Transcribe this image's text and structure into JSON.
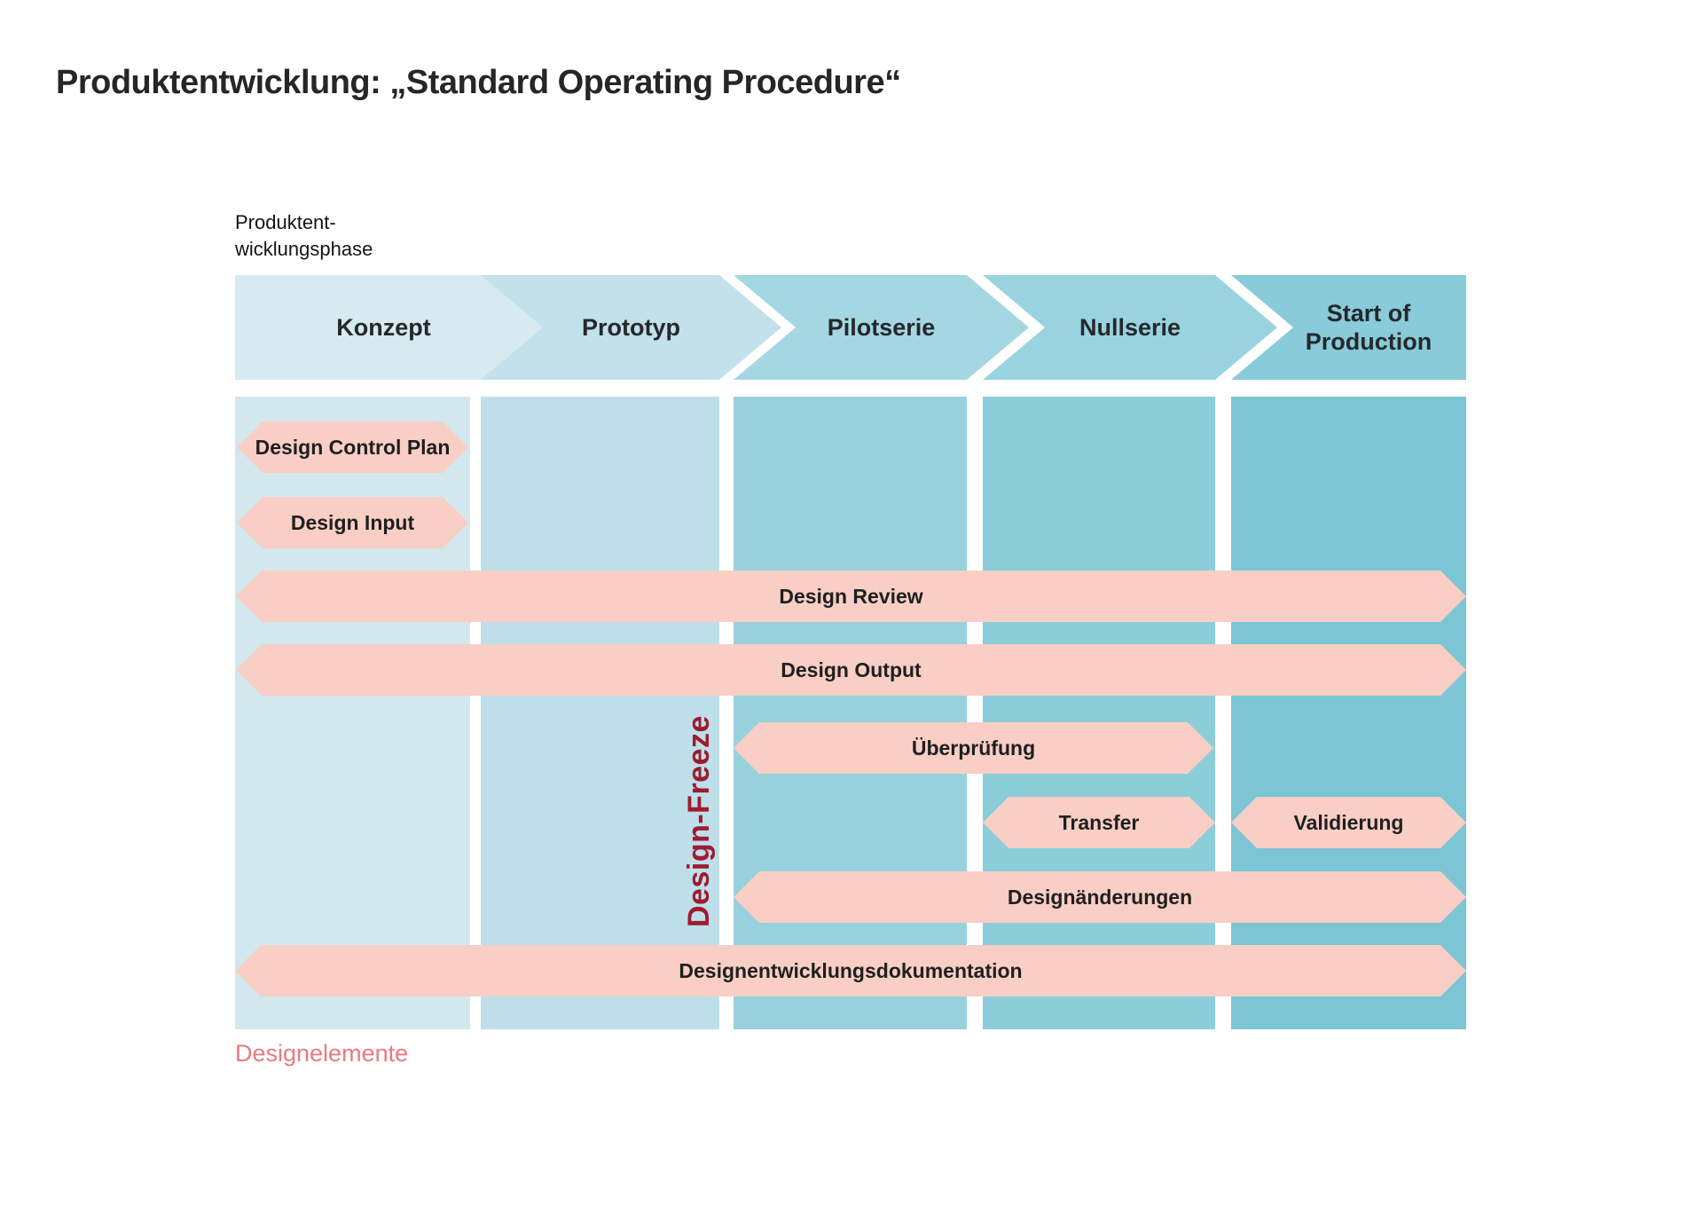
{
  "title": "Produktentwicklung: „Standard Operating Procedure“",
  "phase_axis_label": {
    "line1": "Produktent-",
    "line2": "wicklungsphase"
  },
  "phases": [
    {
      "label": "Konzept",
      "header_color": "#d6eaf0",
      "column_color": "#d2e8ee"
    },
    {
      "label": "Prototyp",
      "header_color": "#c2e1eb",
      "column_color": "#bedfe9"
    },
    {
      "label": "Pilotserie",
      "header_color": "#a5d7e2",
      "column_color": "#97d1de"
    },
    {
      "label": "Nullserie",
      "header_color": "#9ad3e0",
      "column_color": "#8ccdda"
    },
    {
      "label": "Start of Production",
      "header_color": "#89cbd8",
      "column_color": "#7cc5d4"
    }
  ],
  "design_elements": [
    {
      "label": "Design Control Plan",
      "spans_phases": [
        0,
        0
      ]
    },
    {
      "label": "Design Input",
      "spans_phases": [
        0,
        0
      ]
    },
    {
      "label": "Design Review",
      "spans_phases": [
        0,
        4
      ]
    },
    {
      "label": "Design Output",
      "spans_phases": [
        0,
        4
      ]
    },
    {
      "label": "Überprüfung",
      "spans_phases": [
        2,
        3
      ]
    },
    {
      "label": "Transfer",
      "spans_phases": [
        3,
        3
      ]
    },
    {
      "label": "Validierung",
      "spans_phases": [
        4,
        4
      ]
    },
    {
      "label": "Designänderungen",
      "spans_phases": [
        2,
        4
      ]
    },
    {
      "label": "Designentwicklungsdokumentation",
      "spans_phases": [
        0,
        4
      ]
    }
  ],
  "design_freeze_label": "Design-Freeze",
  "legend_label": "Designelemente",
  "colors": {
    "title_text": "#262626",
    "element_fill": "#f8cec5",
    "element_text": "#1f1f1f",
    "design_freeze_text": "#9e1b30",
    "legend_text": "#e87a82"
  }
}
